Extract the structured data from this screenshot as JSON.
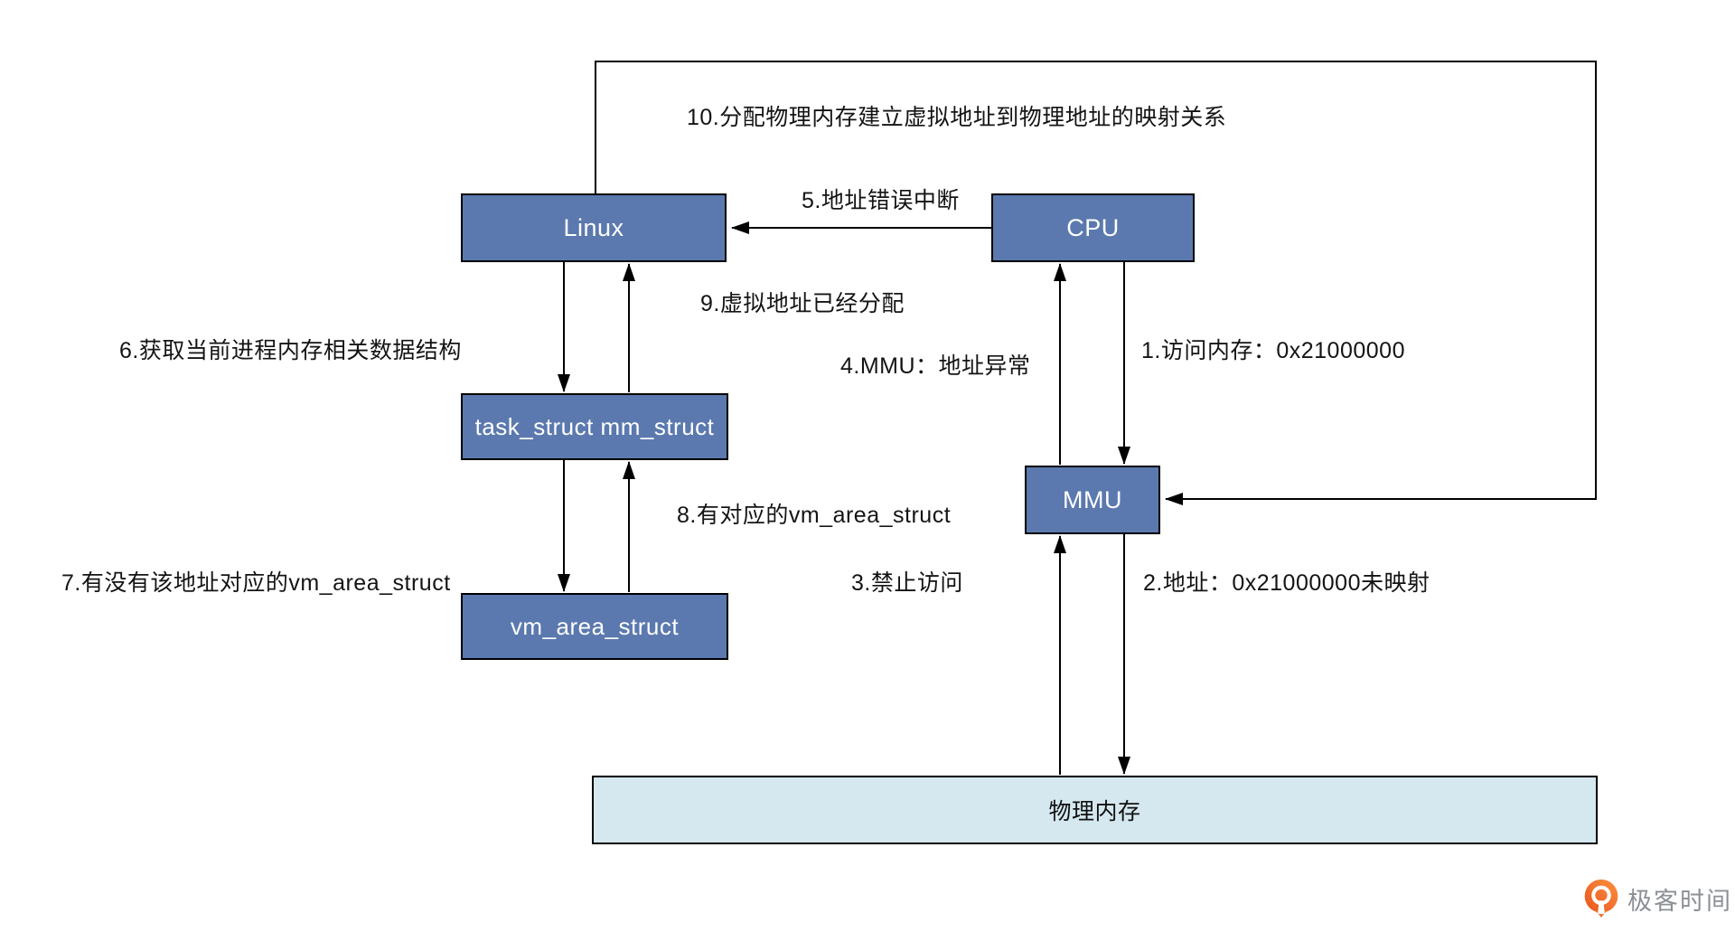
{
  "diagram": {
    "nodes": {
      "linux": {
        "label": "Linux"
      },
      "cpu": {
        "label": "CPU"
      },
      "task_struct": {
        "label": "task_struct mm_struct"
      },
      "vm_area_struct": {
        "label": "vm_area_struct"
      },
      "mmu": {
        "label": "MMU"
      },
      "physical_memory": {
        "label": "物理内存"
      }
    },
    "edge_labels": {
      "step1": "1.访问内存：0x21000000",
      "step2": "2.地址：0x21000000未映射",
      "step3": "3.禁止访问",
      "step4": "4.MMU：地址异常",
      "step5": "5.地址错误中断",
      "step6": "6.获取当前进程内存相关数据结构",
      "step7": "7.有没有该地址对应的vm_area_struct",
      "step8": "8.有对应的vm_area_struct",
      "step9": "9.虚拟地址已经分配",
      "step10": "10.分配物理内存建立虚拟地址到物理地址的映射关系"
    },
    "colors": {
      "node_fill": "#5b79ae",
      "node_border": "#000000",
      "node_text": "#ffffff",
      "memory_fill": "#d5e8f0",
      "line": "#000000",
      "label_text": "#141414"
    }
  },
  "branding": {
    "logo_text": "极客时间",
    "logo_orange": "#f26a1b",
    "logo_text_color": "#8b9095"
  }
}
